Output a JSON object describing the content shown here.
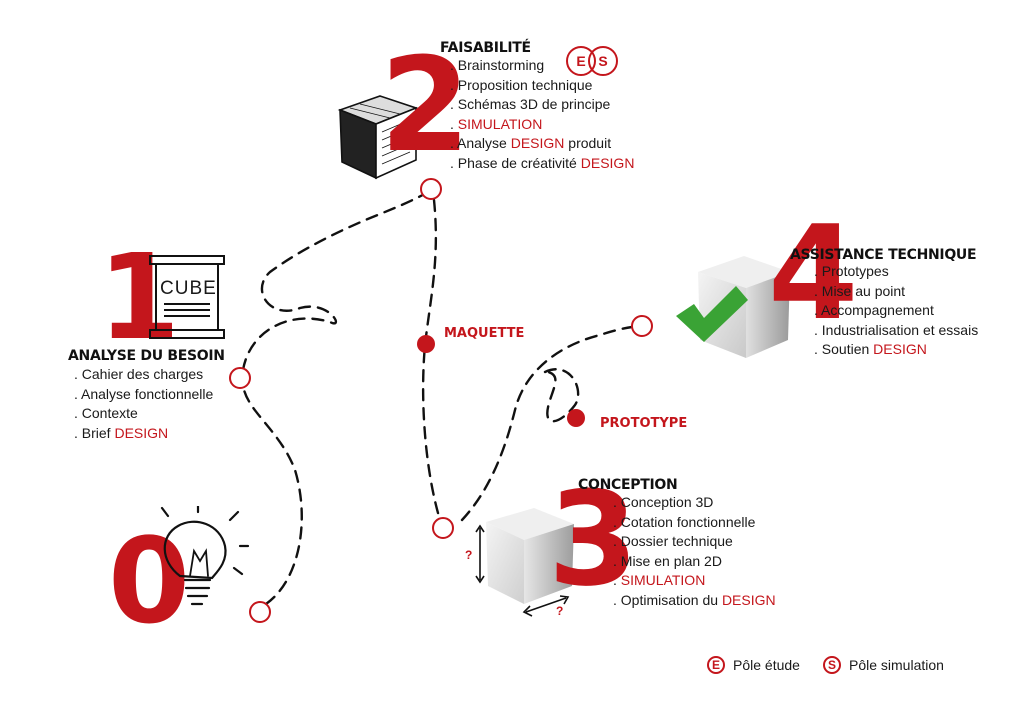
{
  "steps": {
    "s0": {
      "number": "0"
    },
    "s1": {
      "number": "1",
      "title": "ANALYSE DU BESOIN",
      "items": [
        ". Cahier des charges",
        ". Analyse fonctionnelle",
        ". Contexte"
      ],
      "brief_prefix": ". Brief ",
      "brief_red": "DESIGN",
      "cube_label": "CUBE"
    },
    "s2": {
      "number": "2",
      "title": "FAISABILITÉ",
      "items": [
        ". Brainstorming",
        ". Proposition technique",
        ". Schémas 3D de principe"
      ],
      "simulation_prefix": ". ",
      "simulation_red": "SIMULATION",
      "analyse_prefix": ". Analyse ",
      "analyse_red": "DESIGN",
      "analyse_suffix": " produit",
      "phase_prefix": ". Phase de créativité ",
      "phase_red": "DESIGN",
      "badge_e": "E",
      "badge_s": "S"
    },
    "s3": {
      "number": "3",
      "title": "CONCEPTION",
      "items": [
        ". Conception 3D",
        ". Cotation fonctionnelle",
        ". Dossier technique",
        ". Mise en plan 2D"
      ],
      "simulation_prefix": ". ",
      "simulation_red": "SIMULATION",
      "optim_prefix": ". Optimisation du ",
      "optim_red": "DESIGN",
      "dim_mark": "?"
    },
    "s4": {
      "number": "4",
      "title": "ASSISTANCE TECHNIQUE",
      "items": [
        ". Prototypes",
        ". Mise au point",
        ". Accompagnement",
        ". Industrialisation et essais"
      ],
      "soutien_prefix": ". Soutien ",
      "soutien_red": "DESIGN"
    }
  },
  "markers": {
    "maquette": "MAQUETTE",
    "prototype": "PROTOTYPE"
  },
  "legend": [
    {
      "letter": "E",
      "label": "Pôle étude"
    },
    {
      "letter": "S",
      "label": "Pôle simulation"
    }
  ],
  "colors": {
    "accent": "#c4161c",
    "check": "#3aa335",
    "text": "#1a1a1a",
    "path": "#111111"
  }
}
